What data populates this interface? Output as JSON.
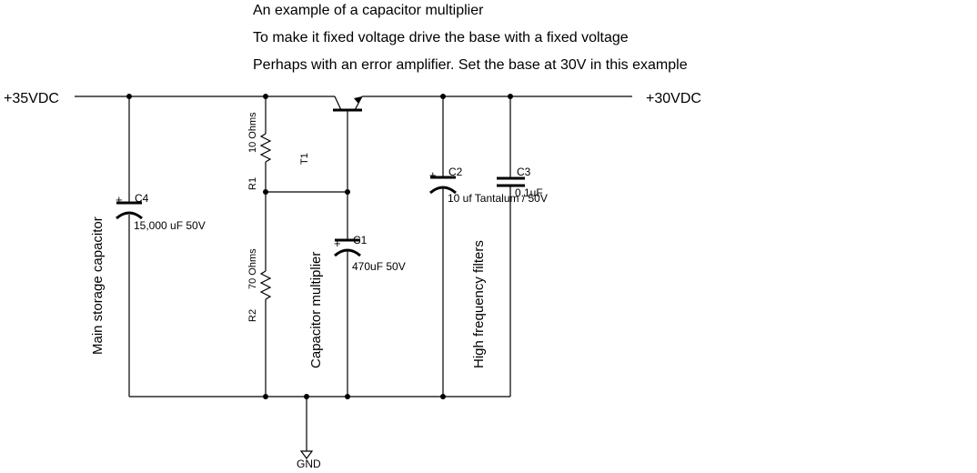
{
  "notes": {
    "line1": "An example of a capacitor multiplier",
    "line2": "To make it fixed voltage drive the base with a fixed voltage",
    "line3": "Perhaps with an error amplifier.  Set the base at 30V in this example"
  },
  "rails": {
    "input": "+35VDC",
    "output": "+30VDC",
    "ground": "GND"
  },
  "components": {
    "c4": {
      "ref": "C4",
      "value": "15,000 uF 50V"
    },
    "r1": {
      "ref": "R1",
      "value": "10 Ohms"
    },
    "r2": {
      "ref": "R2",
      "value": "70 Ohms"
    },
    "t1": {
      "ref": "T1"
    },
    "c1": {
      "ref": "C1",
      "value": "470uF 50V"
    },
    "c2": {
      "ref": "C2",
      "value": "10 uf Tantalum / 50V"
    },
    "c3": {
      "ref": "C3",
      "value": "0.1uF"
    }
  },
  "annotations": {
    "main_storage": "Main storage capacitor",
    "cap_mult": "Capacitor multiplier",
    "hf_filters": "High frequency filters"
  },
  "polarity_mark": "+"
}
